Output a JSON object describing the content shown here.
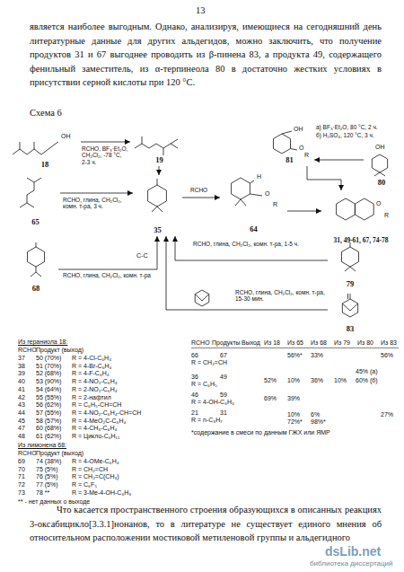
{
  "diagram": {
    "nodes": [
      {
        "text": [
          "18"
        ]
      },
      {
        "text": [
          "19"
        ]
      },
      {
        "text": [
          "65"
        ]
      },
      {
        "text": [
          "35"
        ]
      },
      {
        "text": [
          "64"
        ]
      },
      {
        "text": [
          "81"
        ]
      },
      {
        "text": [
          "80"
        ]
      },
      {
        "text": [
          "31, 49-61, 67, 74-78"
        ]
      },
      {
        "text": [
          "68"
        ]
      },
      {
        "text": [
          "79"
        ]
      },
      {
        "text": [
          "83"
        ]
      }
    ],
    "edges": [
      {
        "from": 0,
        "to": 1,
        "arrow": "to",
        "label": "RCHO, BF₃·Et₂O, CH₂Cl₂, -78 °C, 2-3 ч."
      },
      {
        "from": 1,
        "to": 3,
        "arrow": "to"
      },
      {
        "from": 2,
        "to": 3,
        "arrow": "to",
        "label": "RCHO, глина, CH₂Cl₂, комн. т-ра, 3 ч."
      },
      {
        "from": 3,
        "to": 4,
        "arrow": "to",
        "label": "RCHO"
      },
      {
        "from": 4,
        "to": 7,
        "arrow": "to"
      },
      {
        "from": 6,
        "to": 5,
        "arrow": "to",
        "label": "а) BF₃·Et₂O, 80 °C, 2 ч."
      },
      {
        "from": 8,
        "to": 3,
        "arrow": "to",
        "label": "RCHO, глина, CH₂Cl₂, комн. т-ра"
      },
      {
        "from": 9,
        "to": 3,
        "arrow": "to",
        "label": "RCHO, глина, CH₂Cl₂, комн. т-ра, 1-5 ч."
      },
      {
        "from": 10,
        "to": 3,
        "arrow": "to",
        "label": "RCHO, глина, CH₂Cl₂, комн. т-ра, 15-30 мин."
      },
      {
        "from": 5,
        "to": 7,
        "arrow": "to"
      }
    ],
    "labels": [
      "13",
      "является наиболее выгодным. Однако, анализируя, имеющиеся на сегодняшний день литературные данные для других альдегидов, можно заключить, что получение продуктов 31 и 67 выгоднее проводить из β-пинена 83, а продукта 49, содержащего фенильный заместитель, из α-терпинеола 80 в достаточно жестких условиях в присутствии серной кислоты при 120 °С.",
      "Схема 6",
      "OH",
      "OH",
      "O",
      "R",
      "OH",
      "H",
      "O",
      "R",
      "O",
      "R",
      "C-C",
      "б) H₂SO₄, 120 °C, 3 ч.",
      "Из гераниола 18:",
      "RCHO",
      "Продукт (выход)",
      "37",
      "50 (70%)",
      "R = 4-Cl-C₆H₄",
      "38",
      "51 (70%)",
      "R = 4-Br-C₆H₄",
      "39",
      "52 (68%)",
      "R = 4-F-C₆H₄",
      "40",
      "53 (90%)",
      "R = 4-NO₂-C₆H₄",
      "41",
      "54 (64%)",
      "R = 2-NO₂-C₆H₄",
      "42",
      "55 (55%)",
      "R = 2-нафтил",
      "43",
      "56 (62%)",
      "R = C₆H₅-CH=CH",
      "44",
      "57 (55%)",
      "R = 4-NO₂-C₆H₄-CH=CH",
      "45",
      "58 (57%)",
      "R = 4-MeO₂C-C₆H₄",
      "47",
      "60 (68%)",
      "R = 4-CH₃-C₆H₄",
      "48",
      "61 (62%)",
      "R = Цикло-C₆H₁₁",
      "Из лимонена 68:",
      "RCHO",
      "Продукт (выход)",
      "69",
      "74 (38%)",
      "R = 4-OMe-C₆H₄",
      "70",
      "75 (5%)",
      "R = CH₂=CH",
      "71",
      "76 (5%)",
      "R = CH₂=C(CH₃)",
      "72",
      "77 (5%)",
      "R = C₆F₅",
      "73",
      "78 **",
      "R = 3-Me-4-OH-C₆H₃",
      "** - нет данных о выходе",
      "RCHO",
      "Продукты",
      "Выход",
      "Из 18",
      "Из 65",
      "Из 68",
      "Из 79",
      "Из 80",
      "Из 83",
      "66",
      "67",
      "R = CH₂=CH",
      "56%*",
      "33%",
      "56%",
      "36",
      "49",
      "R = C₆H₅",
      "45% (а)",
      "52%",
      "10%",
      "36%",
      "10%",
      "60% (б)",
      "46",
      "59",
      "R = 4-OH-C₆H₄",
      "69%",
      "39%",
      "21",
      "31",
      "R = n-C₃H₇",
      "10%",
      "6%",
      "27%",
      "72%*",
      "98%*",
      "*содержание в смеси по данным ГЖХ или ЯМР",
      "Что касается пространственного строения образующихся в описанных реакциях 3-оксабицикло[3.3.1]нонанов, то в литературе не существует единого мнения об относительном расположении мостиковой метиленовой группы и альдегидного",
      "dsLib.net",
      "библиотека диссертаций"
    ]
  }
}
